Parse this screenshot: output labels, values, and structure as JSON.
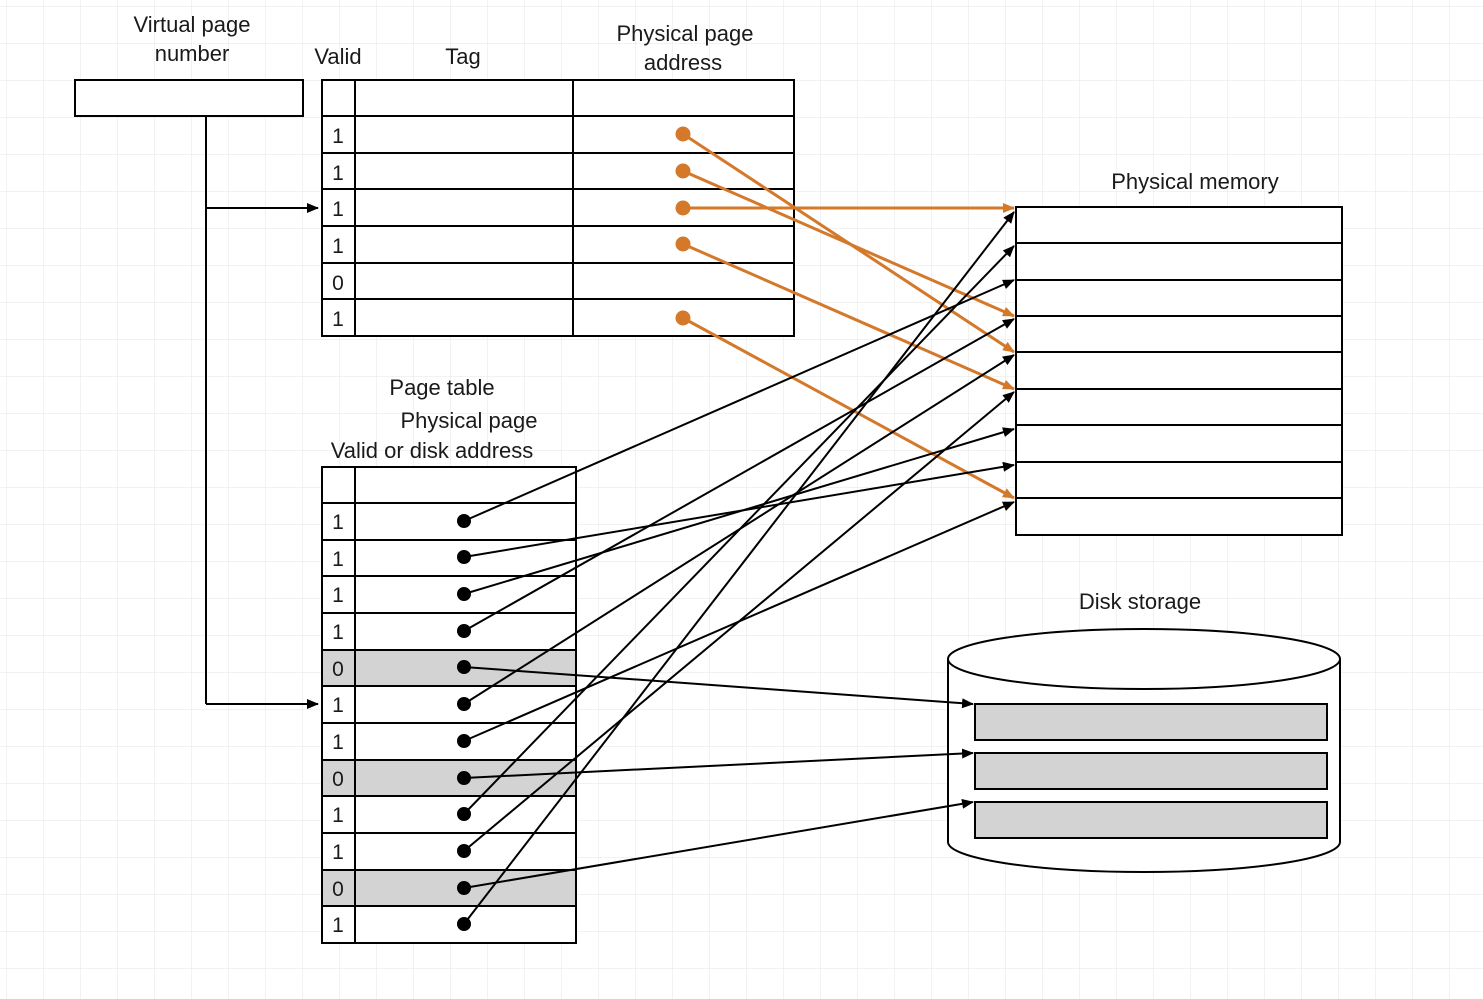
{
  "labels": {
    "virtual_page_number_line1": "Virtual page",
    "virtual_page_number_line2": "number",
    "tlb_valid": "Valid",
    "tlb_tag": "Tag",
    "tlb_phys_line1": "Physical page",
    "tlb_phys_line2": "address",
    "page_table_title": "Page table",
    "pt_phys_line1": "Physical page",
    "pt_valid_disk_line": "Valid or disk address",
    "physical_memory": "Physical memory",
    "disk_storage": "Disk storage"
  },
  "tlb_rows": [
    {
      "valid": "1"
    },
    {
      "valid": "1"
    },
    {
      "valid": "1"
    },
    {
      "valid": "1"
    },
    {
      "valid": "0"
    },
    {
      "valid": "1"
    }
  ],
  "page_table_rows": [
    {
      "valid": "1"
    },
    {
      "valid": "1"
    },
    {
      "valid": "1"
    },
    {
      "valid": "1"
    },
    {
      "valid": "0"
    },
    {
      "valid": "1"
    },
    {
      "valid": "1"
    },
    {
      "valid": "0"
    },
    {
      "valid": "1"
    },
    {
      "valid": "1"
    },
    {
      "valid": "0"
    },
    {
      "valid": "1"
    }
  ],
  "colors": {
    "tlb_arrow": "#d4782a",
    "page_table_arrow": "#000000",
    "invalid_row_fill": "#d3d3d3",
    "disk_block_fill": "#d3d3d3",
    "grid": "#e4e4e4"
  }
}
